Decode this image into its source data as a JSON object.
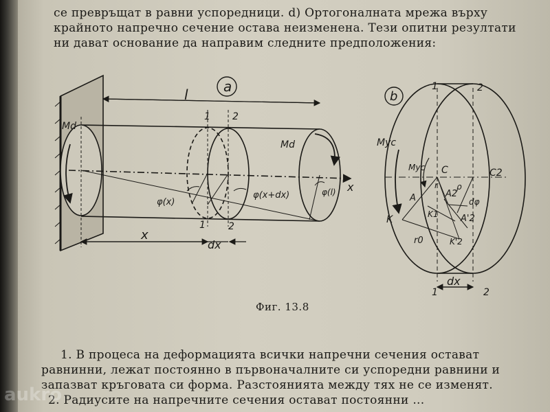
{
  "text_top": [
    "се превръщат в равни успоредници. d) Ортогоналната мрежа върху",
    "крайното напречно сечение остава неизменена. Тези опитни резултати",
    "ни дават основание да направим следните предположения:"
  ],
  "figure_labels": {
    "panel_a": "a",
    "panel_b": "b",
    "a_length": "l",
    "a_section_1_top": "1",
    "a_section_2_top": "2",
    "a_section_1_bottom": "1",
    "a_section_2_bottom": "2",
    "a_moment_left": "Md",
    "a_moment_right": "Md",
    "a_phi_x": "φ(x)",
    "a_phi_x_dx": "φ(x+dx)",
    "a_phi_l": "φ(l)",
    "a_axis_x": "x",
    "a_dim_x": "x",
    "a_dim_dx": "dx",
    "b_section_1_top": "1",
    "b_section_2_top": "2",
    "b_section_1_bottom": "1",
    "b_section_2_bottom": "2",
    "b_moment": "Mус",
    "b_moment_inner": "Mус",
    "b_C": "C",
    "b_C2": "C2",
    "b_A": "A",
    "b_A2": "A2",
    "b_A2_prime": "A'2",
    "b_K": "K",
    "b_K1": "K1",
    "b_K2": "K'2",
    "b_r": "r",
    "b_r0": "r0",
    "b_rho": "ρ",
    "b_dphi": "dφ",
    "b_dx": "dx"
  },
  "caption": "Фиг. 13.8",
  "text_bottom": [
    "1. В процеса на деформацията всички напречни сечения остават",
    "равнинни, лежат постоянно в първоначалните си успоредни равнини и",
    "запазват кръговата си форма. Разстоянията между тях не се изменят.",
    "2. Радиусите на напречните сечения остават постоянни ..."
  ],
  "watermark": "aukro"
}
